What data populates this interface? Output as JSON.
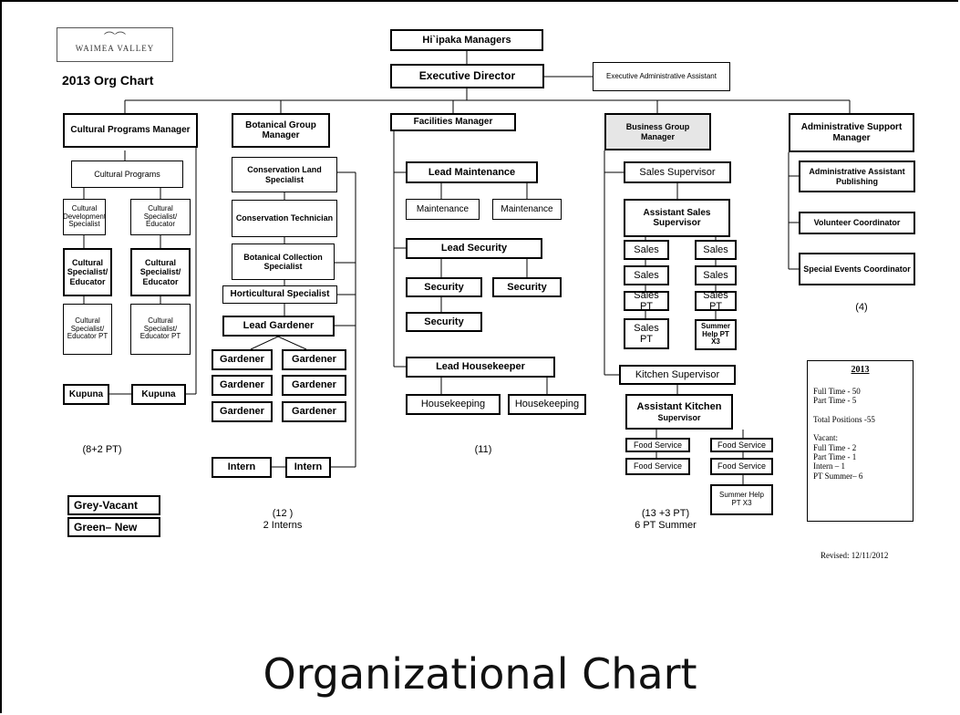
{
  "logo_text": "WAIMEA VALLEY",
  "org_chart_year": "2013 Org Chart",
  "page_title": "Organizational Chart",
  "top": {
    "hipaka": "Hi`ipaka Managers",
    "executive_director": "Executive Director",
    "exec_admin_assistant": "Executive Administrative Assistant"
  },
  "cultural": {
    "manager": "Cultural Programs Manager",
    "programs": "Cultural Programs",
    "dev_specialist": "Cultural Development Specialist",
    "specialist_educator_a": "Cultural Specialist/ Educator",
    "specialist_educator_b": "Cultural Specialist/ Educator",
    "specialist_educator_c": "Cultural Specialist/ Educator",
    "specialist_educator_pt_a": "Cultural Specialist/ Educator PT",
    "specialist_educator_pt_b": "Cultural Specialist/ Educator PT",
    "kupuna_a": "Kupuna",
    "kupuna_b": "Kupuna",
    "count": "(8+2 PT)"
  },
  "botanical": {
    "manager": "Botanical Group Manager",
    "conservation_land": "Conservation Land Specialist",
    "conservation_tech": "Conservation Technician",
    "collection_specialist": "Botanical Collection Specialist",
    "horticultural": "Horticultural Specialist",
    "lead_gardener": "Lead Gardener",
    "gardeners": [
      "Gardener",
      "Gardener",
      "Gardener",
      "Gardener",
      "Gardener",
      "Gardener"
    ],
    "intern_a": "Intern",
    "intern_b": "Intern",
    "count": "(12 )",
    "interns_note": "2 Interns"
  },
  "facilities": {
    "manager": "Facilities Manager",
    "lead_maintenance": "Lead Maintenance",
    "maintenance_a": "Maintenance",
    "maintenance_b": "Maintenance",
    "lead_security": "Lead Security",
    "security_a": "Security",
    "security_b": "Security",
    "security_c": "Security",
    "lead_housekeeper": "Lead Housekeeper",
    "housekeeping_a": "Housekeeping",
    "housekeeping_b": "Housekeeping",
    "count": "(11)"
  },
  "business": {
    "manager": "Business Group Manager",
    "sales_supervisor": "Sales Supervisor",
    "asst_sales_supervisor": "Assistant Sales Supervisor",
    "sales_a": "Sales",
    "sales_b": "Sales",
    "sales_c": "Sales",
    "sales_d": "Sales",
    "sales_pt_a": "Sales PT",
    "sales_pt_b": "Sales PT",
    "sales_pt_c": "Sales PT",
    "summer_help_a": "Summer Help PT X3",
    "kitchen_supervisor": "Kitchen Supervisor",
    "asst_kitchen_title": "Assistant Kitchen",
    "asst_kitchen_sub": "Supervisor",
    "food_service": [
      "Food Service",
      "Food Service",
      "Food Service",
      "Food Service"
    ],
    "summer_help_b": "Summer Help PT X3",
    "count": "(13 +3 PT)",
    "summer_note": "6 PT Summer"
  },
  "admin": {
    "manager": "Administrative Support Manager",
    "asst_publishing": "Administrative Assistant Publishing",
    "volunteer": "Volunteer Coordinator",
    "special_events": "Special Events Coordinator",
    "count": "(4)"
  },
  "stats": {
    "heading": "2013",
    "body": "Full Time  - 50\nPart Time  -  5\n\nTotal Positions -55\n\nVacant:\nFull Time - 2\nPart Time - 1\nIntern – 1\nPT Summer– 6"
  },
  "legend": {
    "grey": "Grey-Vacant",
    "green": "Green– New"
  },
  "revised": "Revised: 12/11/2012",
  "colors": {
    "vacant_grey": "#e6e6e6",
    "line": "#000000"
  }
}
